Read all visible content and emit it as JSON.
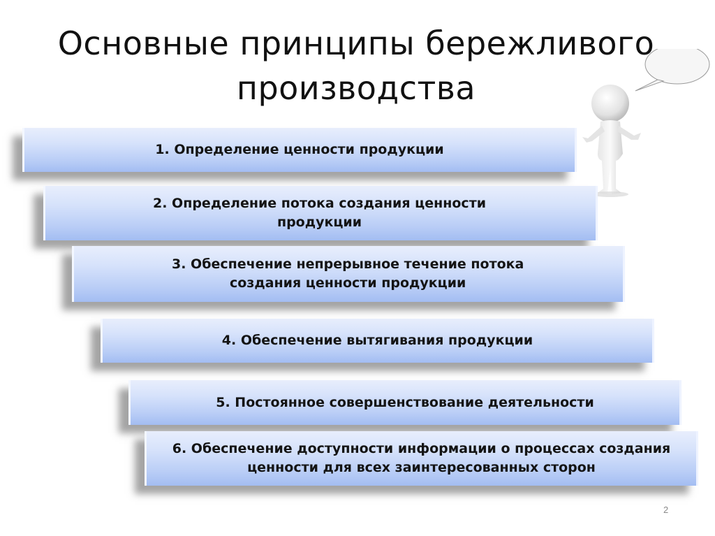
{
  "slide": {
    "title": "Основные принципы бережливого производства",
    "page_number": "2",
    "colors": {
      "bar_top": "#e8eefc",
      "bar_bottom": "#a3bdf2",
      "text": "#141414",
      "shadow": "#5a5a5a"
    },
    "illustration": {
      "icon": "person-with-speech-bubble-icon"
    },
    "principles": [
      {
        "label": "1. Определение ценности продукции"
      },
      {
        "label": "2. Определение потока создания ценности\nпродукции"
      },
      {
        "label": "3. Обеспечение непрерывное течение потока\nсоздания ценности продукции"
      },
      {
        "label": "4. Обеспечение вытягивания продукции"
      },
      {
        "label": "5. Постоянное совершенствование деятельности"
      },
      {
        "label": "6. Обеспечение доступности информации о процессах создания\nценности для всех заинтересованных сторон"
      }
    ]
  }
}
